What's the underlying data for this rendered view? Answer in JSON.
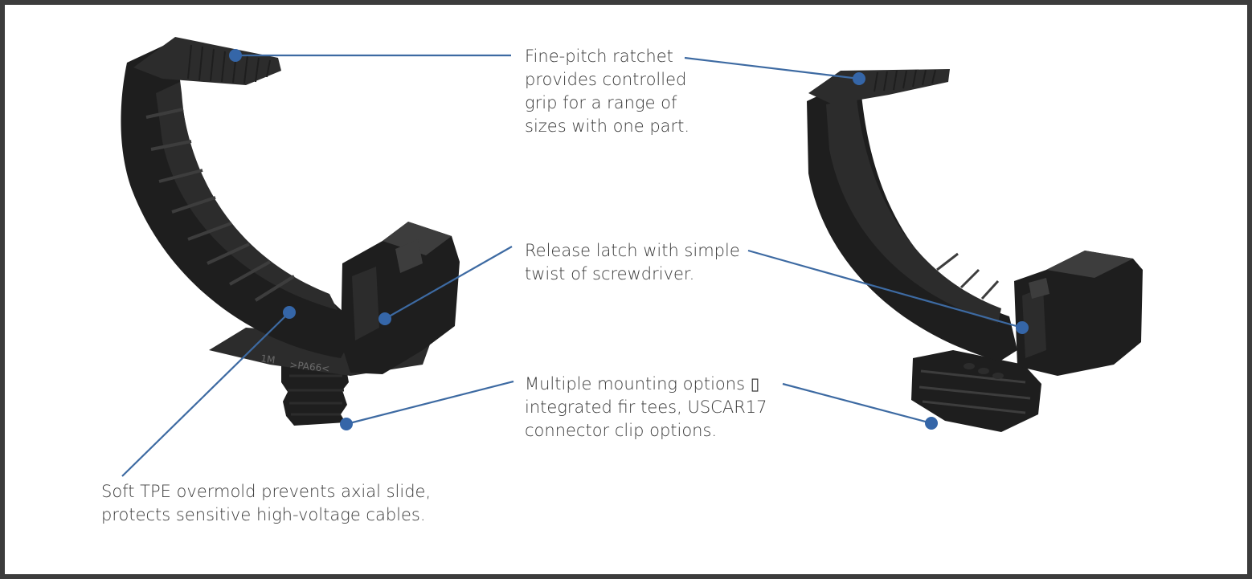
{
  "colors": {
    "frame": "#3c3c3c",
    "background": "#ffffff",
    "leader_line": "#3d6aa2",
    "leader_dot": "#3566a8",
    "callout_text": "#3a3a3a",
    "product_dark": "#1e1e1e",
    "product_mid": "#2c2c2c",
    "product_light": "#3d3d3d"
  },
  "callouts": {
    "ratchet": {
      "lines": [
        "Fine-pitch ratchet",
        "provides controlled",
        "grip for a range of",
        "sizes with one part."
      ]
    },
    "latch": {
      "lines": [
        "Release latch with simple",
        "twist of screwdriver."
      ]
    },
    "mounting": {
      "lines": [
        "Multiple mounting options ▯",
        "integrated fir tees, USCAR17",
        "connector clip options."
      ]
    },
    "overmold": {
      "lines": [
        "Soft TPE overmold prevents axial slide,",
        "protects sensitive high-voltage cables."
      ]
    }
  },
  "part_markings": {
    "size_mark": "1M",
    "material_mark": ">PA66<"
  },
  "icons": {
    "leader_dot": "filled-circle",
    "product_left": "cable-clamp-front-view",
    "product_right": "cable-clamp-side-view"
  }
}
